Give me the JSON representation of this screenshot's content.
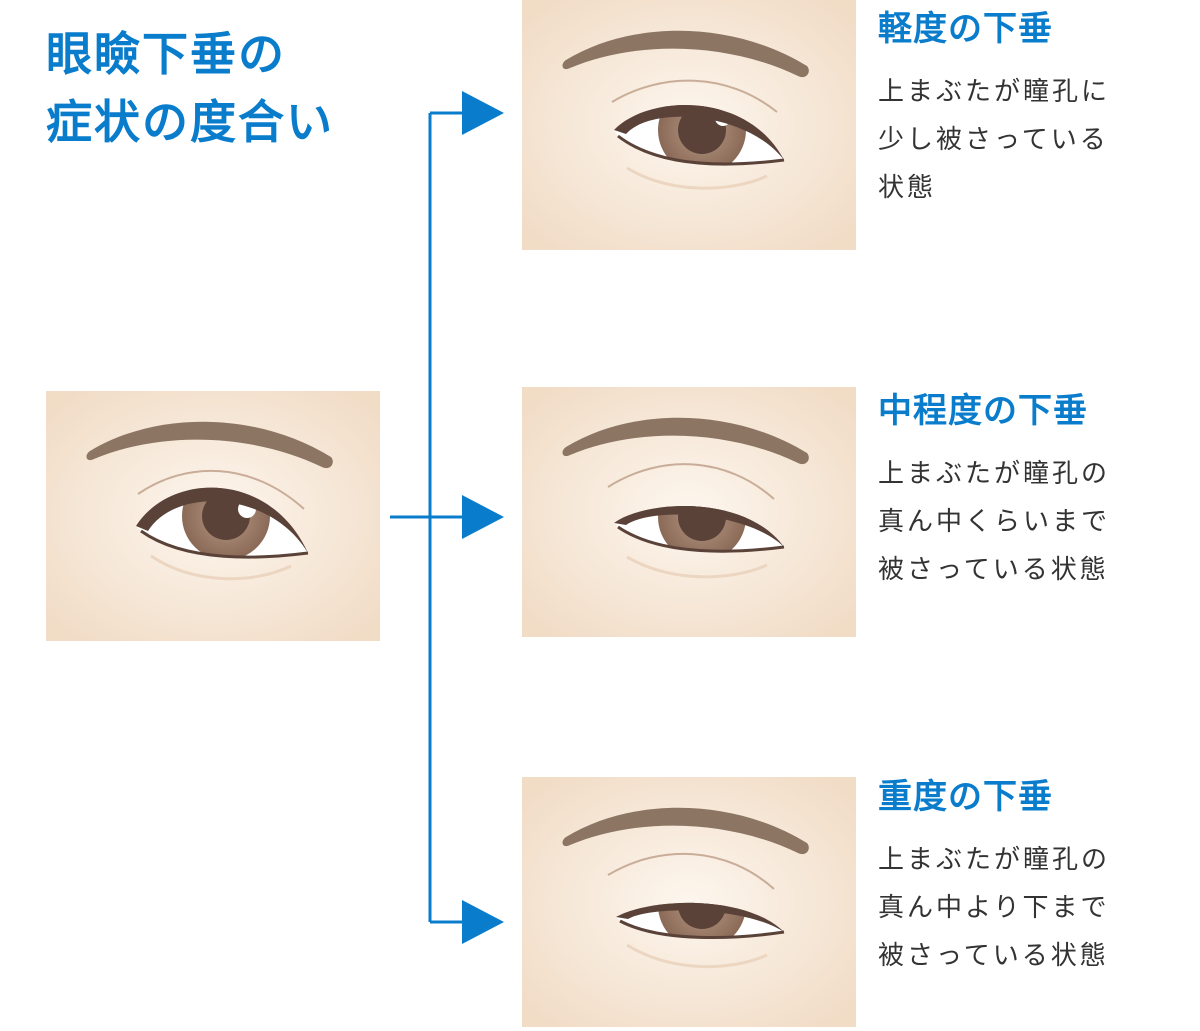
{
  "title": {
    "line1": "眼瞼下垂の",
    "line2": "症状の度合い"
  },
  "levels": [
    {
      "heading": "軽度の下垂",
      "lines": [
        "上まぶたが瞳孔に",
        "少し被さっている",
        "状態"
      ]
    },
    {
      "heading": "中程度の下垂",
      "lines": [
        "上まぶたが瞳孔の",
        "真ん中くらいまで",
        "被さっている状態"
      ]
    },
    {
      "heading": "重度の下垂",
      "lines": [
        "上まぶたが瞳孔の",
        "真ん中より下まで",
        "被さっている状態"
      ]
    }
  ],
  "colors": {
    "accent": "#0a7ccc",
    "text": "#333333",
    "skin_center": "#fdf6ee",
    "skin_edge": "#f1dcc6",
    "brow": "#8c7563",
    "iris": "#9a7b66",
    "pupil": "#5a4239"
  }
}
